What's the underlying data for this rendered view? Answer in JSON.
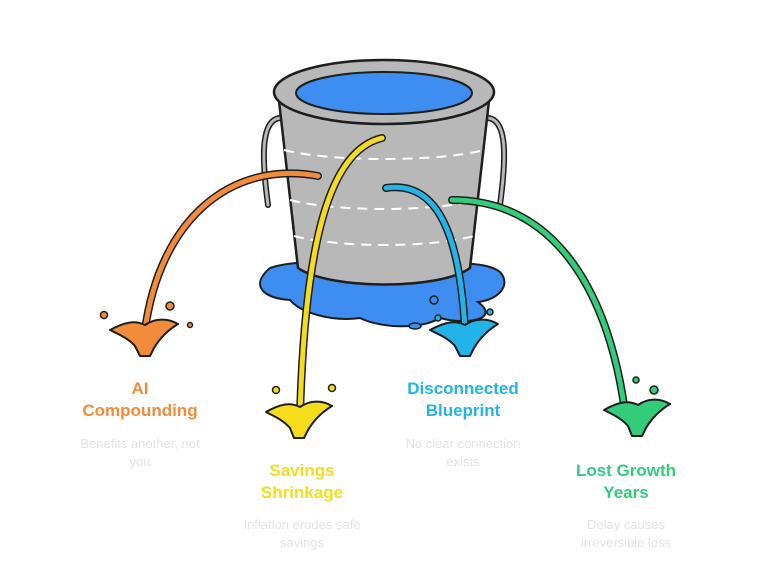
{
  "colors": {
    "orange": "#f28c3a",
    "yellow": "#f5dd1c",
    "blue": "#22b4e8",
    "green": "#33cc7a",
    "bucket": "#b8b8b8",
    "water": "#3d8ef0",
    "outline": "#1e1e1e",
    "muted_text": "#e3e3e3"
  },
  "icons": [
    "bucket-icon",
    "water-puddle-icon",
    "splash-icon"
  ],
  "items": [
    {
      "title_line1": "AI",
      "title_line2": "Compounding",
      "desc_line1": "Benefits another, not",
      "desc_line2": "you"
    },
    {
      "title_line1": "Savings",
      "title_line2": "Shrinkage",
      "desc_line1": "Inflation erodes safe",
      "desc_line2": "savings"
    },
    {
      "title_line1": "Disconnected",
      "title_line2": "Blueprint",
      "desc_line1": "No clear connection",
      "desc_line2": "exists"
    },
    {
      "title_line1": "Lost Growth",
      "title_line2": "Years",
      "desc_line1": "Delay causes",
      "desc_line2": "irreversible loss"
    }
  ]
}
